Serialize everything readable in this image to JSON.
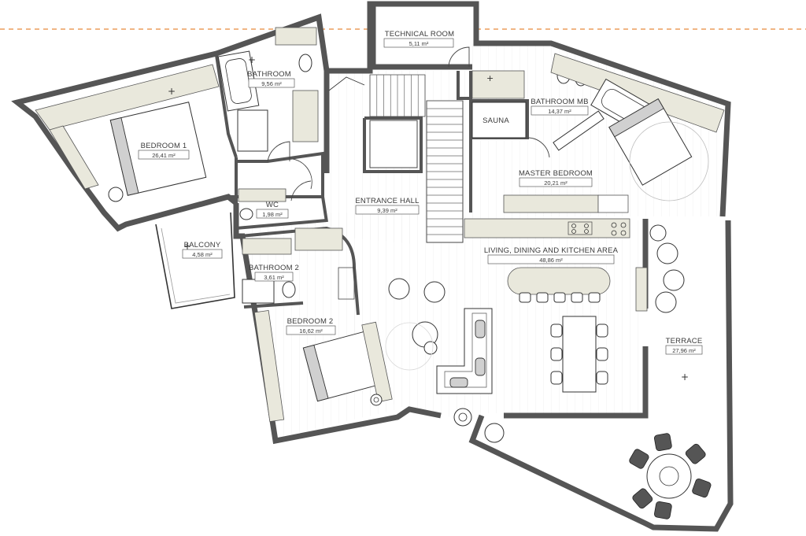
{
  "plan": {
    "rooms": [
      {
        "id": "bedroom1",
        "name": "BEDROOM 1",
        "area": "26,41 m²"
      },
      {
        "id": "bathroom",
        "name": "BATHROOM",
        "area": "9,56 m²"
      },
      {
        "id": "technical",
        "name": "TECHNICAL ROOM",
        "area": "5,11 m²"
      },
      {
        "id": "bathroom-mb",
        "name": "BATHROOM MB",
        "area": "14,37 m²"
      },
      {
        "id": "sauna",
        "name": "SAUNA",
        "area": ""
      },
      {
        "id": "master",
        "name": "MASTER BEDROOM",
        "area": "20,21 m²"
      },
      {
        "id": "entrance",
        "name": "ENTRANCE HALL",
        "area": "9,39 m²"
      },
      {
        "id": "wc",
        "name": "WC",
        "area": "1,98 m²"
      },
      {
        "id": "balcony",
        "name": "BALCONY",
        "area": "4,58 m²"
      },
      {
        "id": "bathroom2",
        "name": "BATHROOM 2",
        "area": "3,61 m²"
      },
      {
        "id": "living",
        "name": "LIVING, DINING AND KITCHEN AREA",
        "area": "48,86 m²"
      },
      {
        "id": "bedroom2",
        "name": "BEDROOM 2",
        "area": "16,62 m²"
      },
      {
        "id": "terrace",
        "name": "TERRACE",
        "area": "27,96 m²"
      }
    ]
  }
}
